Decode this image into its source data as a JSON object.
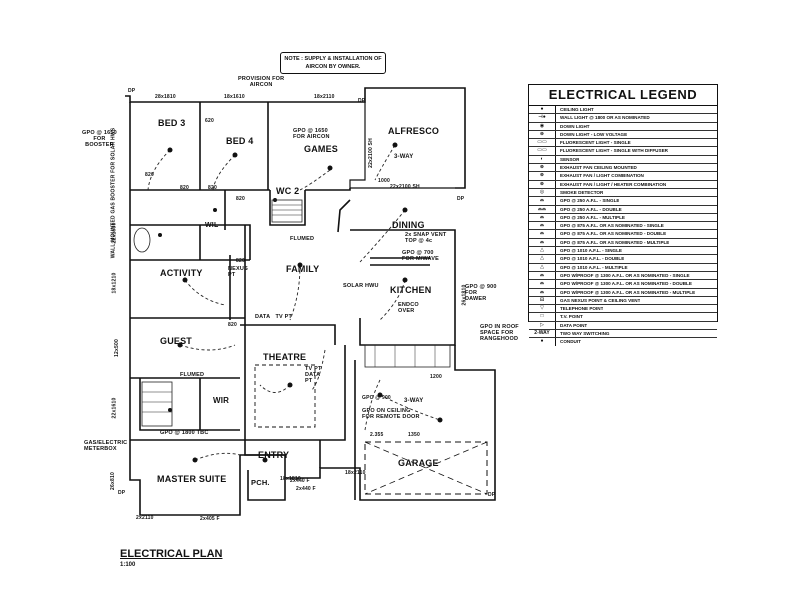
{
  "note": [
    "NOTE : SUPPLY & INSTALLATION OF",
    "AIRCON BY OWNER."
  ],
  "provision": [
    "PROVISION FOR",
    "AIRCON"
  ],
  "rooms": {
    "bed3": "BED 3",
    "bed4": "BED 4",
    "games": "GAMES",
    "alfresco": "ALFRESCO",
    "wc2": "WC 2",
    "wil": "WIL",
    "dining": "DINING",
    "family": "FAMILY",
    "activity": "ACTIVITY",
    "kitchen": "KITCHEN",
    "guest": "GUEST",
    "theatre": "THEATRE",
    "wir": "WIR",
    "entry": "ENTRY",
    "master": "MASTER SUITE",
    "garage": "GARAGE",
    "porch": "PCH."
  },
  "labels": {
    "gpo_booster": [
      "GPO @ 1650",
      "FOR",
      "BOOSTER"
    ],
    "wall_booster": "WALL MOUNTED GAS BOOSTER FOR SOLAR HWS",
    "gpo_aircon": [
      "GPO @ 1650",
      "FOR AIRCON"
    ],
    "three_way_top": "3-WAY",
    "flumed_1": "FLUMED",
    "flumed_2": "FLUMED",
    "snap_vent": [
      "2x SNAP VENT",
      "TOP @ 4c"
    ],
    "gpo_mwave": [
      "GPO @ 700",
      "FOR M/WAVE"
    ],
    "gpo_dawer": [
      "GPO @ 900",
      "FOR",
      "DAWER"
    ],
    "nexus": [
      "NEXUS",
      "PT"
    ],
    "solar": "SOLAR HWU",
    "data_tv": [
      "DATA",
      "TV PT"
    ],
    "endco": [
      "ENDCO",
      "OVER"
    ],
    "gpo_roof": [
      "GPO IN ROOF",
      "SPACE FOR",
      "RANGEHOOD"
    ],
    "tv_data": [
      "TV PT",
      "DATA",
      "PT"
    ],
    "three_way_garage": "3-WAY",
    "gpo_ceiling": [
      "GPO ON CEILING",
      "FOR REMOTE DOOR"
    ],
    "gpo_tbc": "GPO @ 1800 TBC",
    "meterbox": [
      "GAS/ELECTRIC",
      "METERBOX"
    ],
    "gpo_900": "GPO @ 900",
    "dims": [
      "28x1810",
      "18x1610",
      "18x2110",
      "22x2100 SH",
      "22x2100 SH",
      "22x1630",
      "18x1210",
      "12x500",
      "22x1610",
      "26x810",
      "26x1810",
      "18x2110",
      "2x2110",
      "18x1810",
      "2x405 F",
      "2x440 F",
      "2x440 F",
      "2.355",
      "1000",
      "1200",
      "1350",
      "820",
      "820",
      "820",
      "820",
      "820",
      "820",
      "620"
    ],
    "dp": [
      "DP",
      "DP",
      "DP",
      "DP",
      "DP"
    ]
  },
  "plan_title": "ELECTRICAL PLAN",
  "plan_scale": "1:100",
  "legend": {
    "title": "ELECTRICAL LEGEND",
    "items": [
      {
        "symbol": "●",
        "label": "CEILING LIGHT"
      },
      {
        "symbol": "⊣●",
        "label": "WALL LIGHT @ 1800 OR AS NOMINATED"
      },
      {
        "symbol": "◉",
        "label": "DOWN LIGHT"
      },
      {
        "symbol": "⊛",
        "label": "DOWN LIGHT - LOW VOLTAGE"
      },
      {
        "symbol": "▭▭",
        "label": "FLUORESCENT LIGHT - SINGLE"
      },
      {
        "symbol": "▭▭",
        "label": "FLUORESCENT LIGHT - SINGLE WITH DIFFUSER"
      },
      {
        "symbol": "◐",
        "label": "SENSOR"
      },
      {
        "symbol": "⊗",
        "label": "EXHAUST FAN CEILING MOUNTED"
      },
      {
        "symbol": "⊗",
        "label": "EXHAUST FAN / LIGHT COMBINATION"
      },
      {
        "symbol": "⊗",
        "label": "EXHAUST FAN / LIGHT / HEATER COMBINATION"
      },
      {
        "symbol": "◎",
        "label": "SMOKE DETECTOR"
      },
      {
        "symbol": "⌓",
        "label": "GPO @ 250 A.F.L. - SINGLE"
      },
      {
        "symbol": "⌓⌓",
        "label": "GPO @ 250 A.F.L. - DOUBLE"
      },
      {
        "symbol": "⌓",
        "label": "GPO @ 250 A.F.L. - MULTIPLE"
      },
      {
        "symbol": "⌓",
        "label": "GPO @ 875 A.F.L. OR AS NOMINATED - SINGLE"
      },
      {
        "symbol": "⌓",
        "label": "GPO @ 875 A.F.L. OR AS NOMINATED - DOUBLE"
      },
      {
        "symbol": "⌓",
        "label": "GPO @ 875 A.F.L. OR AS NOMINATED - MULTIPLE"
      },
      {
        "symbol": "△",
        "label": "GPO @ 1010 A.F.L. - SINGLE"
      },
      {
        "symbol": "△",
        "label": "GPO @ 1010 A.F.L. - DOUBLE"
      },
      {
        "symbol": "△",
        "label": "GPO @ 1010 A.F.L. - MULTIPLE"
      },
      {
        "symbol": "⌓",
        "label": "GPO W/PROOF @ 1300 A.F.L. OR AS NOMINATED - SINGLE"
      },
      {
        "symbol": "⌓",
        "label": "GPO W/PROOF @ 1300 A.F.L. OR AS NOMINATED - DOUBLE"
      },
      {
        "symbol": "⌓",
        "label": "GPO W/PROOF @ 1300 A.F.L. OR AS NOMINATED - MULTIPLE"
      },
      {
        "symbol": "⊡",
        "label": "GAS NEXUS POINT & CEILING VENT"
      },
      {
        "symbol": "▽",
        "label": "TELEPHONE POINT"
      },
      {
        "symbol": "□",
        "label": "T.V. POINT"
      },
      {
        "symbol": "▷",
        "label": "DATA POINT"
      },
      {
        "symbol": "2-WAY",
        "label": "TWO WAY SWITCHING"
      },
      {
        "symbol": "●",
        "label": "CONDUIT"
      }
    ]
  }
}
